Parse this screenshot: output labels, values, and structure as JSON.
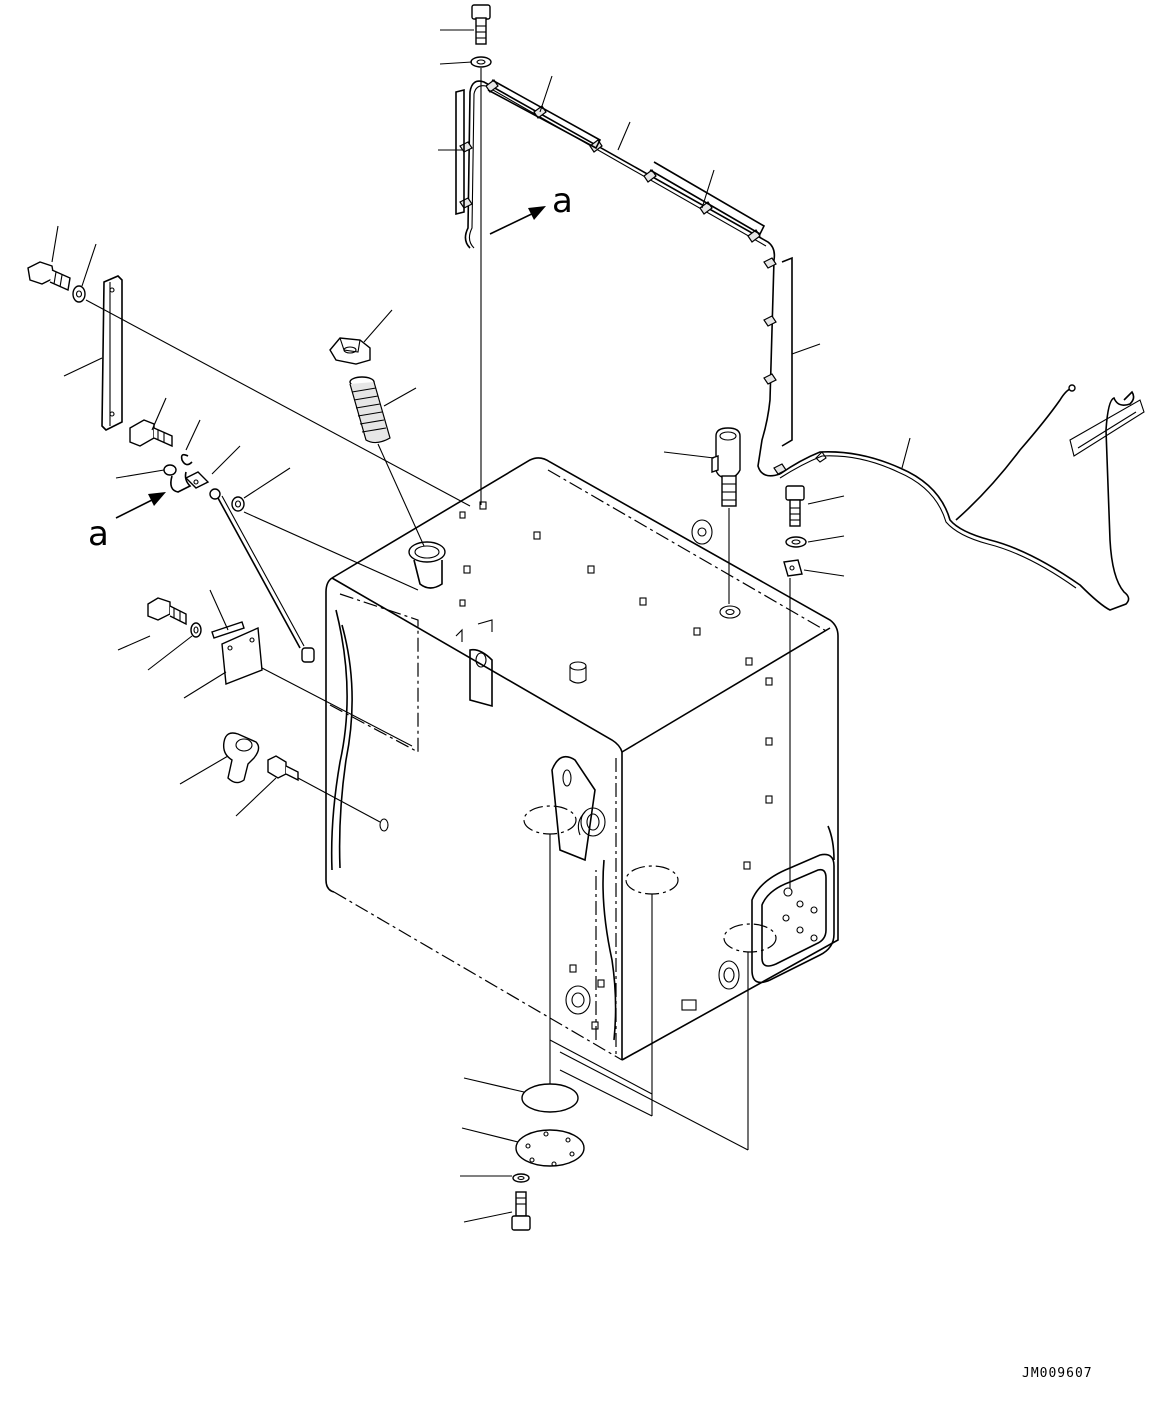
{
  "callouts": {
    "view_marker_top": "a",
    "view_marker_left": "a"
  },
  "drawing_number": "JM009607"
}
